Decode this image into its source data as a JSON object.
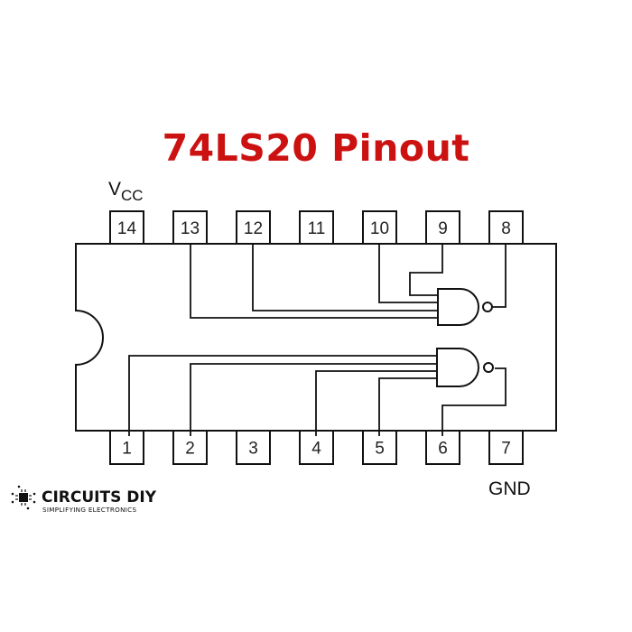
{
  "title": "74LS20 Pinout",
  "colors": {
    "title": "#cc1111",
    "line": "#111111",
    "background": "#ffffff"
  },
  "labels": {
    "vcc_main": "V",
    "vcc_sub": "CC",
    "gnd": "GND"
  },
  "pins": {
    "top": [
      "14",
      "13",
      "12",
      "11",
      "10",
      "9",
      "8"
    ],
    "bottom": [
      "1",
      "2",
      "3",
      "4",
      "5",
      "6",
      "7"
    ]
  },
  "logo": {
    "name": "CIRCUITS DIY",
    "tagline": "SIMPLIFYING ELECTRONICS",
    "icon": "chip-icon"
  }
}
